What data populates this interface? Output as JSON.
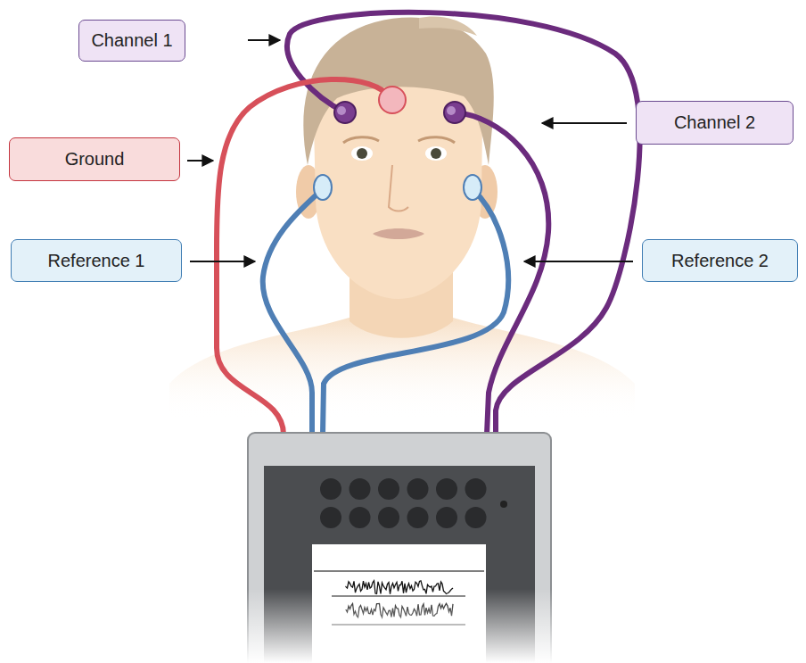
{
  "diagram": {
    "nodes": [
      {
        "text": [
          "Channel 1"
        ]
      },
      {
        "text": [
          "Channel 2"
        ]
      },
      {
        "text": [
          "Ground"
        ]
      },
      {
        "text": [
          "Reference 1"
        ]
      },
      {
        "text": [
          "Reference 2"
        ]
      }
    ]
  }
}
